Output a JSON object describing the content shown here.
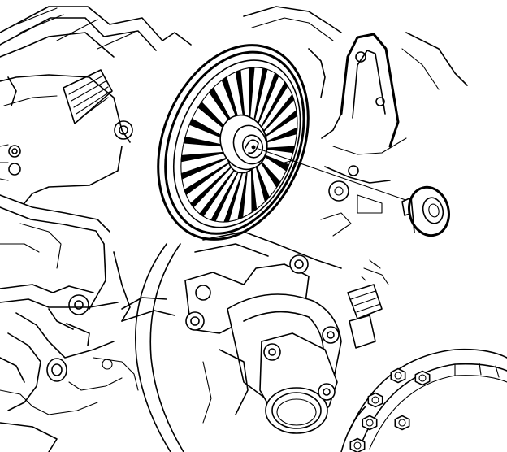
{
  "figure": {
    "colors": {
      "ink": "#000000",
      "paper": "#ffffff"
    },
    "parts": {
      "engine_block": "cylinder-head-and-valve-cover",
      "pulley": "spoked-pulley",
      "hub": "pulley-hub-nut",
      "cap": "pulley-cap",
      "bracket": "accessory-bracket",
      "water_pump": "water-pump-housing",
      "outlet": "coolant-outlet",
      "flywheel": "flywheel-with-bolts"
    }
  }
}
